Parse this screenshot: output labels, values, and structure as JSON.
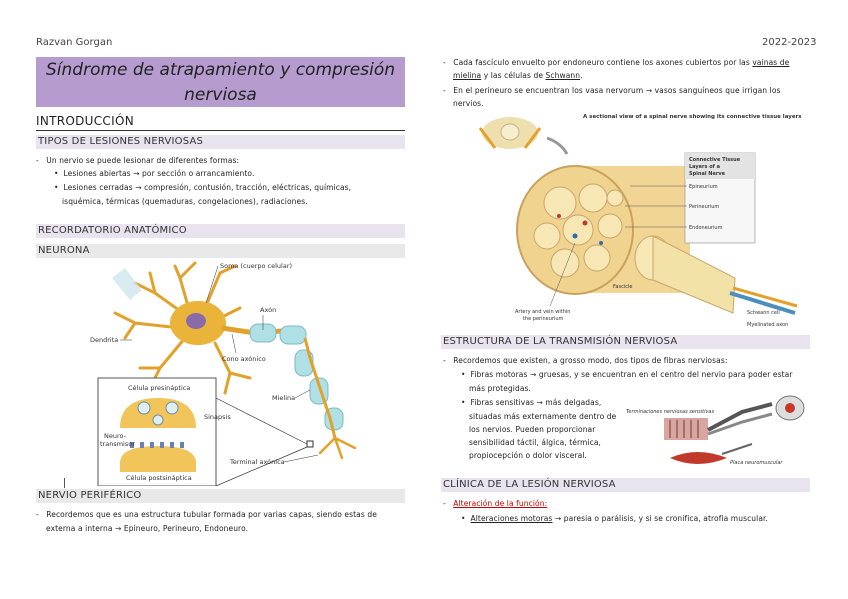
{
  "header": {
    "author": "Razvan Gorgan",
    "year": "2022-2023"
  },
  "title": {
    "line1": "Síndrome de atrapamiento y compresión",
    "line2": "nerviosa"
  },
  "left": {
    "intro": "INTRODUCCIÓN",
    "tipos_heading": "TIPOS DE LESIONES NERVIOSAS",
    "tipos_intro": "Un nervio se puede lesionar de diferentes formas:",
    "tipos_b1": "Lesiones abiertas → por sección o arrancamiento.",
    "tipos_b2a": "Lesiones cerradas → compresión, contusión, tracción, eléctricas, químicas,",
    "tipos_b2b": "isquémica, térmicas (quemaduras, congelaciones), radiaciones.",
    "recordatorio_heading": "RECORDATORIO ANATÓMICO",
    "neurona_heading": "NEURONA",
    "neuron_fig": {
      "soma": "Soma (cuerpo celular)",
      "axon": "Axón",
      "dendrita": "Dendrita",
      "cono": "Cono axónico",
      "mielina": "Mielina",
      "presinaptica": "Célula presináptica",
      "sinapsis": "Sinapsis",
      "neuro1": "Neuro-",
      "neuro2": "transmisor",
      "postsinaptica": "Célula postsináptica",
      "terminal": "Terminal axónica"
    },
    "periferico_heading": "NERVIO PERIFÉRICO",
    "periferico_a": "Recordemos que es una estructura tubular formada por varias capas, siendo estas de",
    "periferico_b": "externa a interna → Epineuro, Perineuro, Endoneuro."
  },
  "right": {
    "p1a_pre": "Cada fascículo envuelto por endoneuro contiene los axones cubiertos por las ",
    "p1a_u": "vainas de",
    "p1b_u1": "mielina",
    "p1b_mid": " y las células de ",
    "p1b_u2": "Schwann",
    "p1b_end": ".",
    "p2a": "En el perineuro se encuentran los vasa nervorum → vasos sanguíneos que irrigan los",
    "p2b": "nervios.",
    "nerve_fig": {
      "title": "A sectional view of a spinal nerve showing its connective tissue layers",
      "box_title1": "Connective Tissue",
      "box_title2": "Layers of a",
      "box_title3": "Spinal Nerve",
      "epineurium": "Epineurium",
      "perineurium": "Perineurium",
      "endoneurium": "Endoneurium",
      "artery1": "Artery and vein within",
      "artery2": "the perineurium",
      "fascicle": "Fascicle",
      "schwann": "Schwann cell",
      "myelinated": "Myelinated axon"
    },
    "estructura_heading": "ESTRUCTURA DE LA TRANSMISIÓN NERVIOSA",
    "estr_intro": "Recordemos que existen, a grosso modo, dos tipos de fibras nerviosas:",
    "estr_b1a": "Fibras motoras → gruesas, y se encuentran en el centro del nervio para poder estar",
    "estr_b1b": "más protegidas.",
    "estr_b2a": "Fibras sensitivas → más delgadas,",
    "estr_b2b": "situadas más externamente dentro de",
    "estr_b2c": "los nervios. Pueden proporcionar",
    "estr_b2d": "sensibilidad táctil, álgica, térmica,",
    "estr_b2e": "propiocepción o dolor visceral.",
    "fiber_fig": {
      "sensitive": "Terminaciones nerviosas sensitivas",
      "plate": "Placa neuromuscular"
    },
    "clinica_heading": "CLÍNICA DE LA LESIÓN NERVIOSA",
    "clin_b1": "Alteración de la función:",
    "clin_b2_u": "Alteraciones motoras",
    "clin_b2_rest": " → paresia o parálisis, y si se cronifica, atrofia muscular."
  },
  "colors": {
    "title_bg": "#b69bcf",
    "h2_bg": "#e8e3ee",
    "h3_bg": "#e9e9e9",
    "accent_red": "#c00000"
  }
}
